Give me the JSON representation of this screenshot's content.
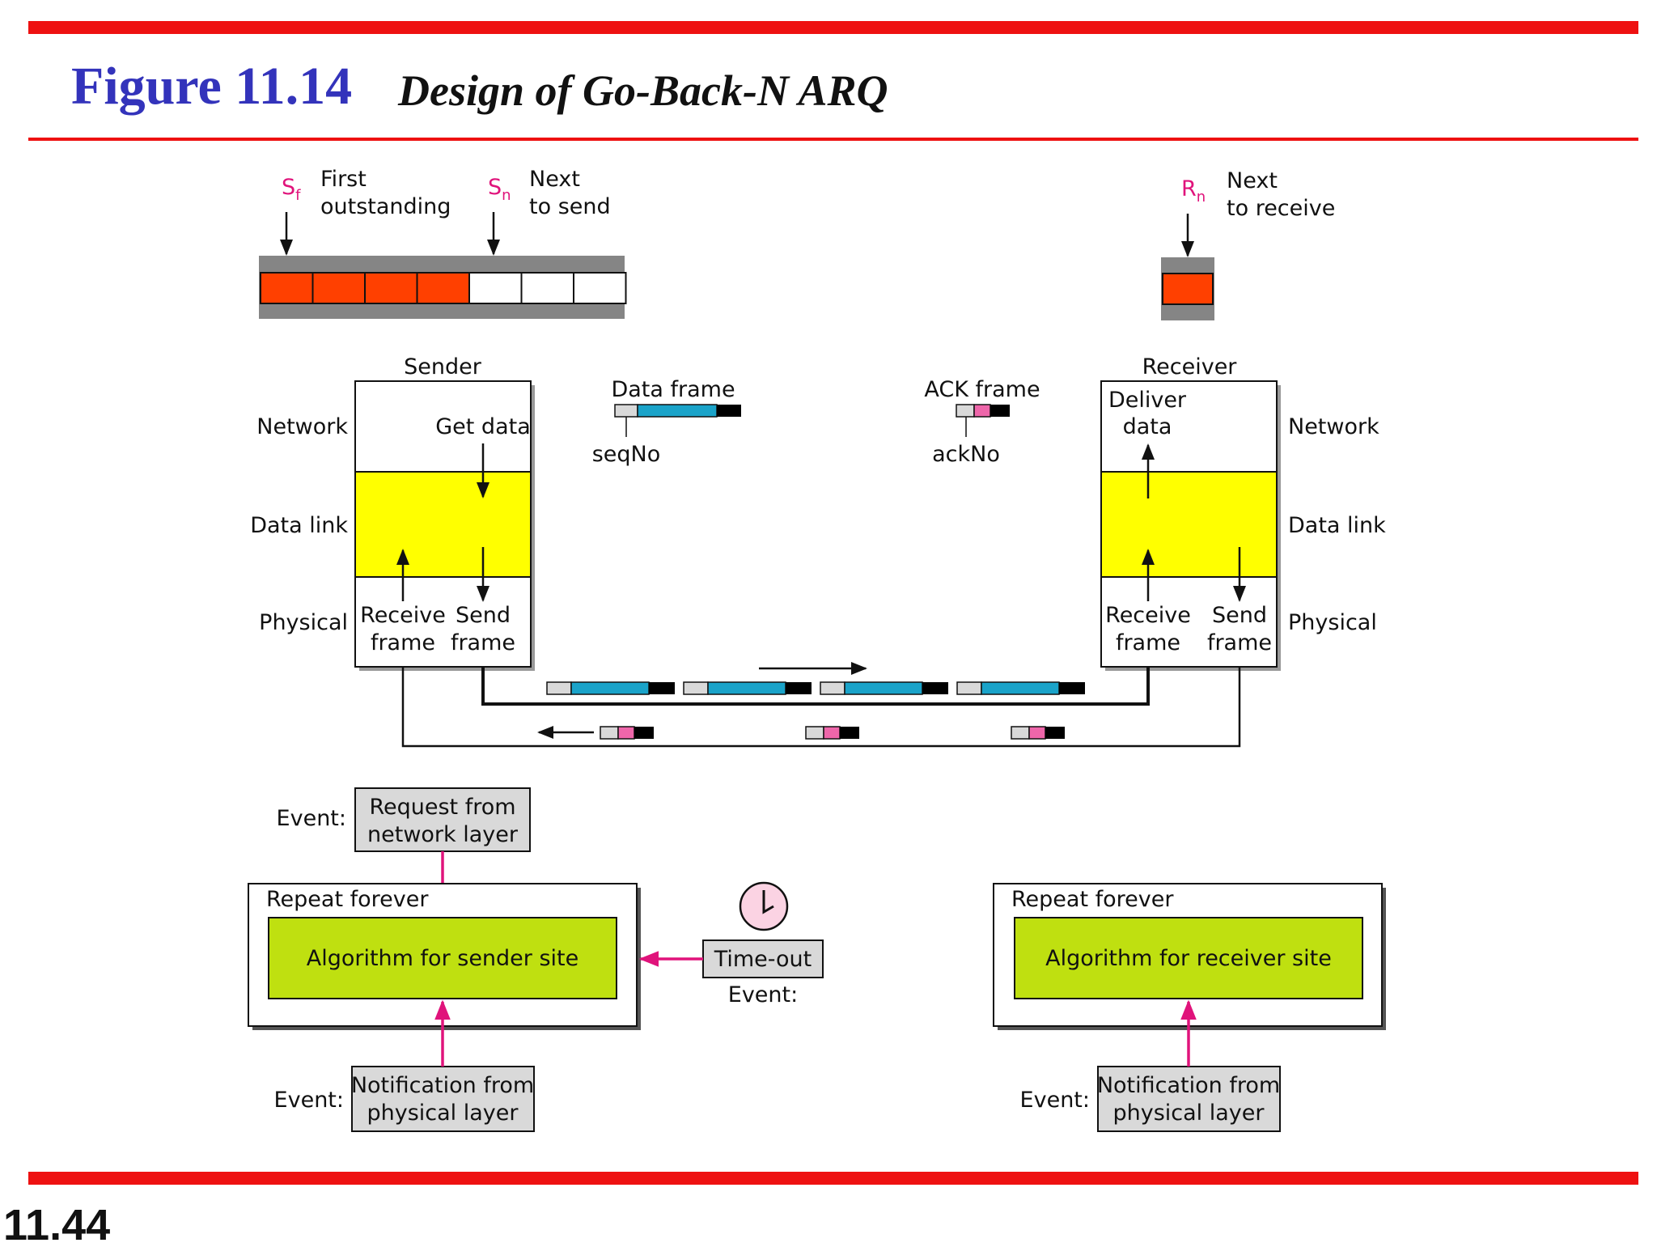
{
  "title": {
    "number": "Figure 11.14",
    "text": "Design of Go-Back-N ARQ"
  },
  "page_number": "11.44",
  "colors": {
    "rule": "#ee1111",
    "title_blue": "#3333bb",
    "frame_filled": "#ff4000",
    "window_bar": "#858585",
    "data_link": "#ffff00",
    "seq_field": "#d9d9d9",
    "data_payload": "#1aa3c9",
    "ack_field": "#ee66aa",
    "trailer": "#000000",
    "algorithm": "#bfe010",
    "event_box": "#d9d9d9",
    "event_arrow": "#e0137b"
  },
  "sender_window": {
    "sf_main": "S",
    "sf_sub": "f",
    "sf_desc": [
      "First",
      "outstanding"
    ],
    "sn_main": "S",
    "sn_sub": "n",
    "sn_desc": [
      "Next",
      "to send"
    ],
    "outstanding_frames": 4,
    "total_slots": 7
  },
  "receiver_window": {
    "rn_main": "R",
    "rn_sub": "n",
    "rn_desc": [
      "Next",
      "to receive"
    ],
    "slots": 1
  },
  "sender": {
    "title": "Sender",
    "layers": {
      "network": "Network",
      "data_link": "Data link",
      "physical": "Physical"
    },
    "get_data": "Get data",
    "receive_frame": [
      "Receive",
      "frame"
    ],
    "send_frame": [
      "Send",
      "frame"
    ]
  },
  "receiver": {
    "title": "Receiver",
    "layers": {
      "network": "Network",
      "data_link": "Data link",
      "physical": "Physical"
    },
    "deliver_data": [
      "Deliver",
      "data"
    ],
    "receive_frame": [
      "Receive",
      "frame"
    ],
    "send_frame": [
      "Send",
      "frame"
    ]
  },
  "legend": {
    "data_frame": "Data frame",
    "seq_no": "seqNo",
    "ack_frame": "ACK frame",
    "ack_no": "ackNo"
  },
  "channel": {
    "data_frames_in_transit": 4,
    "ack_frames_in_transit": 3
  },
  "sender_events": {
    "event_label": "Event:",
    "request": [
      "Request from",
      "network layer"
    ],
    "repeat": "Repeat forever",
    "algorithm": "Algorithm for sender site",
    "timeout": "Time-out",
    "timeout_event": "Event:",
    "notification": [
      "Notification from",
      "physical layer"
    ]
  },
  "receiver_events": {
    "event_label": "Event:",
    "repeat": "Repeat forever",
    "algorithm": "Algorithm for receiver site",
    "notification": [
      "Notification from",
      "physical layer"
    ]
  }
}
